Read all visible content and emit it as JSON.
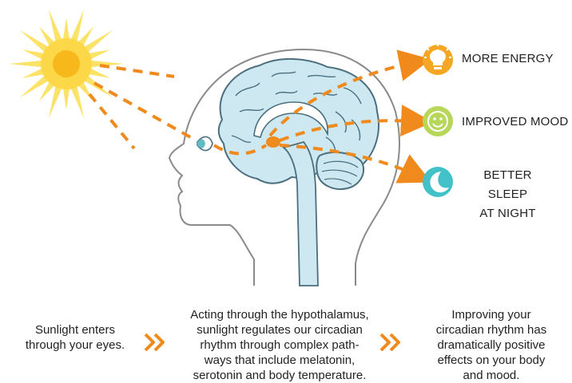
{
  "benefits": {
    "energy": "MORE ENERGY",
    "mood": "IMPROVED MOOD",
    "sleep_line1": "BETTER SLEEP",
    "sleep_line2": "AT NIGHT"
  },
  "steps": {
    "step1": [
      "Sunlight enters",
      "through your eyes."
    ],
    "step2": [
      "Acting through the hypothalamus,",
      "sunlight regulates our circadian",
      "rhythm through complex path-",
      "ways that include melatonin,",
      "serotonin and body temperature."
    ],
    "step3": [
      "Improving your",
      "circadian rhythm has",
      "dramatically positive",
      "effects on your body",
      "and mood."
    ]
  },
  "colors": {
    "sun_ray": "#fbe36a",
    "sun_core": "#f6c11b",
    "arrow": "#f08a1c",
    "brain": "#cde8f1",
    "brain_stroke": "#4b6f7e",
    "head_stroke": "#8a8a8a",
    "energy_icon": "#f5a623",
    "mood_icon": "#b7d65a",
    "sleep_icon": "#43c1c8"
  },
  "icons": {
    "energy": "lightbulb-icon",
    "mood": "smiley-icon",
    "sleep": "moon-icon"
  }
}
